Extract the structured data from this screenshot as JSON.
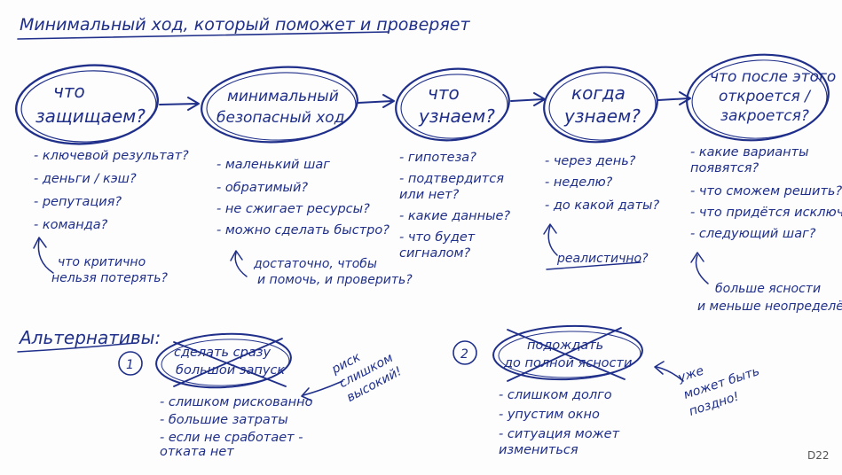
{
  "title": "Минимальный ход, который поможет и проверяет",
  "nodes": [
    {
      "lines": [
        "что",
        "защищаем?"
      ],
      "items": [
        "- ключевой результат?",
        "- деньги / кэш?",
        "- репутация?",
        "- команда?"
      ],
      "note": [
        "что критично",
        "нельзя потерять?"
      ]
    },
    {
      "lines": [
        "минимальный",
        "безопасный ход"
      ],
      "items": [
        "- маленький шаг",
        "- обратимый?",
        "- не сжигает ресурсы?",
        "- можно сделать быстро?"
      ],
      "note": [
        "достаточно, чтобы",
        "и помочь, и проверить?"
      ]
    },
    {
      "lines": [
        "что",
        "узнаем?"
      ],
      "items": [
        "- гипотеза?",
        "- подтвердится",
        "  или нет?",
        "- какие данные?",
        "- что будет",
        "  сигналом?"
      ],
      "note": []
    },
    {
      "lines": [
        "когда",
        "узнаем?"
      ],
      "items": [
        "- через день?",
        "- неделю?",
        "- до какой даты?"
      ],
      "note": [
        "реалистично?"
      ]
    },
    {
      "lines": [
        "что после этого",
        "откроется /",
        "закроется?"
      ],
      "items": [
        "- какие варианты",
        "  появятся?",
        "- что сможем решить?",
        "- что придётся исключить?",
        "- следующий шаг?"
      ],
      "note": [
        "больше ясности",
        "и меньше неопределённости!"
      ]
    }
  ],
  "alternatives": {
    "heading": "Альтернативы:",
    "options": [
      {
        "number": "1",
        "lines": [
          "сделать сразу",
          "большой запуск"
        ],
        "items": [
          "- слишком рискованно",
          "- большие затраты",
          "- если не сработает -",
          "  отката нет"
        ],
        "note": [
          "риск",
          "слишком",
          "высокий!"
        ]
      },
      {
        "number": "2",
        "lines": [
          "подождать",
          "до полной ясности"
        ],
        "items": [
          "- слишком долго",
          "- упустим окно",
          "- ситуация может",
          "  измениться"
        ],
        "note": [
          "уже",
          "может быть",
          "поздно!"
        ]
      }
    ]
  },
  "page_badge": "D22"
}
